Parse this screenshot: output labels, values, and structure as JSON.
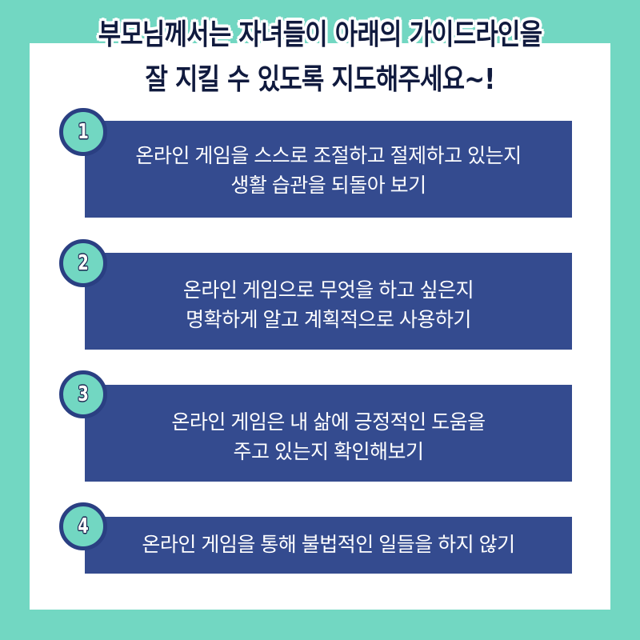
{
  "colors": {
    "background_teal": "#72d7c2",
    "panel_white": "#ffffff",
    "box_blue": "#344b8f",
    "badge_border": "#2a3f82",
    "title_navy": "#101a3e"
  },
  "title": {
    "line1": "부모님께서는 자녀들이 아래의 가이드라인을",
    "line2": "잘 지킬 수 있도록 지도해주세요~!"
  },
  "guidelines": [
    {
      "number": "1",
      "lines": [
        "온라인 게임을 스스로 조절하고 절제하고 있는지",
        "생활 습관을 되돌아 보기"
      ]
    },
    {
      "number": "2",
      "lines": [
        "온라인 게임으로 무엇을 하고 싶은지",
        "명확하게 알고 계획적으로 사용하기"
      ]
    },
    {
      "number": "3",
      "lines": [
        "온라인 게임은 내 삶에 긍정적인 도움을",
        "주고 있는지 확인해보기"
      ]
    },
    {
      "number": "4",
      "lines": [
        "온라인 게임을 통해 불법적인 일들을 하지 않기"
      ]
    }
  ]
}
